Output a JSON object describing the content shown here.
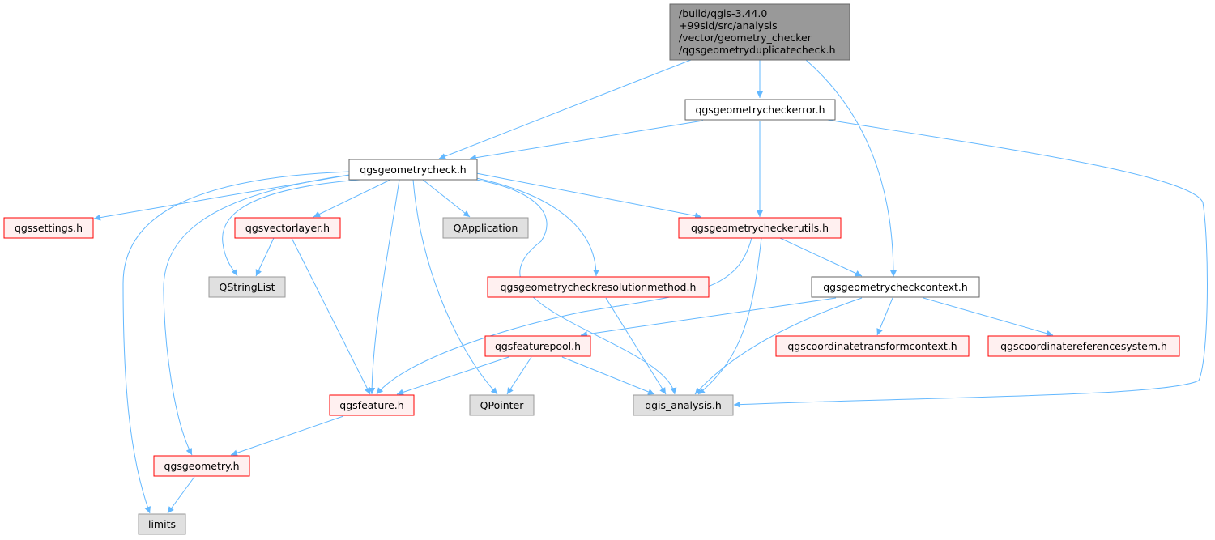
{
  "colors": {
    "root_fill": "#999999",
    "root_stroke": "#666666",
    "documented_fill": "#ffffff",
    "documented_stroke": "#666666",
    "truncated_fill": "#fff0f0",
    "truncated_stroke": "#ff0000",
    "external_fill": "#e0e0e0",
    "external_stroke": "#999999",
    "edge": "#63b8ff"
  },
  "nodes": {
    "root": {
      "lines": [
        "/build/qgis-3.44.0",
        "+99sid/src/analysis",
        "/vector/geometry_checker",
        "/qgsgeometryduplicatecheck.h"
      ],
      "kind": "root"
    },
    "checkerror": {
      "lines": [
        "qgsgeometrycheckerror.h"
      ],
      "kind": "documented"
    },
    "check": {
      "lines": [
        "qgsgeometrycheck.h"
      ],
      "kind": "documented"
    },
    "settings": {
      "lines": [
        "qgssettings.h"
      ],
      "kind": "truncated"
    },
    "vectorlayer": {
      "lines": [
        "qgsvectorlayer.h"
      ],
      "kind": "truncated"
    },
    "qapplication": {
      "lines": [
        "QApplication"
      ],
      "kind": "external"
    },
    "checkerutils": {
      "lines": [
        "qgsgeometrycheckerutils.h"
      ],
      "kind": "truncated"
    },
    "qstringlist": {
      "lines": [
        "QStringList"
      ],
      "kind": "external"
    },
    "resolution": {
      "lines": [
        "qgsgeometrycheckresolutionmethod.h"
      ],
      "kind": "truncated"
    },
    "context": {
      "lines": [
        "qgsgeometrycheckcontext.h"
      ],
      "kind": "documented"
    },
    "featurepool": {
      "lines": [
        "qgsfeaturepool.h"
      ],
      "kind": "truncated"
    },
    "transformcontext": {
      "lines": [
        "qgscoordinatetransformcontext.h"
      ],
      "kind": "truncated"
    },
    "crs": {
      "lines": [
        "qgscoordinatereferencesystem.h"
      ],
      "kind": "truncated"
    },
    "feature": {
      "lines": [
        "qgsfeature.h"
      ],
      "kind": "truncated"
    },
    "qpointer": {
      "lines": [
        "QPointer"
      ],
      "kind": "external"
    },
    "analysis": {
      "lines": [
        "qgis_analysis.h"
      ],
      "kind": "external"
    },
    "geometry": {
      "lines": [
        "qgsgeometry.h"
      ],
      "kind": "truncated"
    },
    "limits": {
      "lines": [
        "limits"
      ],
      "kind": "external"
    }
  },
  "edges": [
    [
      "root",
      "check"
    ],
    [
      "root",
      "checkerror"
    ],
    [
      "root",
      "context"
    ],
    [
      "checkerror",
      "check"
    ],
    [
      "checkerror",
      "checkerutils"
    ],
    [
      "checkerror",
      "analysis"
    ],
    [
      "check",
      "settings"
    ],
    [
      "check",
      "vectorlayer"
    ],
    [
      "check",
      "qapplication"
    ],
    [
      "check",
      "checkerutils"
    ],
    [
      "check",
      "qstringlist"
    ],
    [
      "check",
      "resolution"
    ],
    [
      "check",
      "feature"
    ],
    [
      "check",
      "qpointer"
    ],
    [
      "check",
      "analysis"
    ],
    [
      "check",
      "geometry"
    ],
    [
      "check",
      "limits"
    ],
    [
      "vectorlayer",
      "qstringlist"
    ],
    [
      "vectorlayer",
      "feature"
    ],
    [
      "checkerutils",
      "context"
    ],
    [
      "checkerutils",
      "feature"
    ],
    [
      "checkerutils",
      "analysis"
    ],
    [
      "resolution",
      "analysis"
    ],
    [
      "context",
      "featurepool"
    ],
    [
      "context",
      "transformcontext"
    ],
    [
      "context",
      "crs"
    ],
    [
      "context",
      "analysis"
    ],
    [
      "featurepool",
      "feature"
    ],
    [
      "featurepool",
      "qpointer"
    ],
    [
      "featurepool",
      "analysis"
    ],
    [
      "feature",
      "geometry"
    ],
    [
      "geometry",
      "limits"
    ]
  ]
}
